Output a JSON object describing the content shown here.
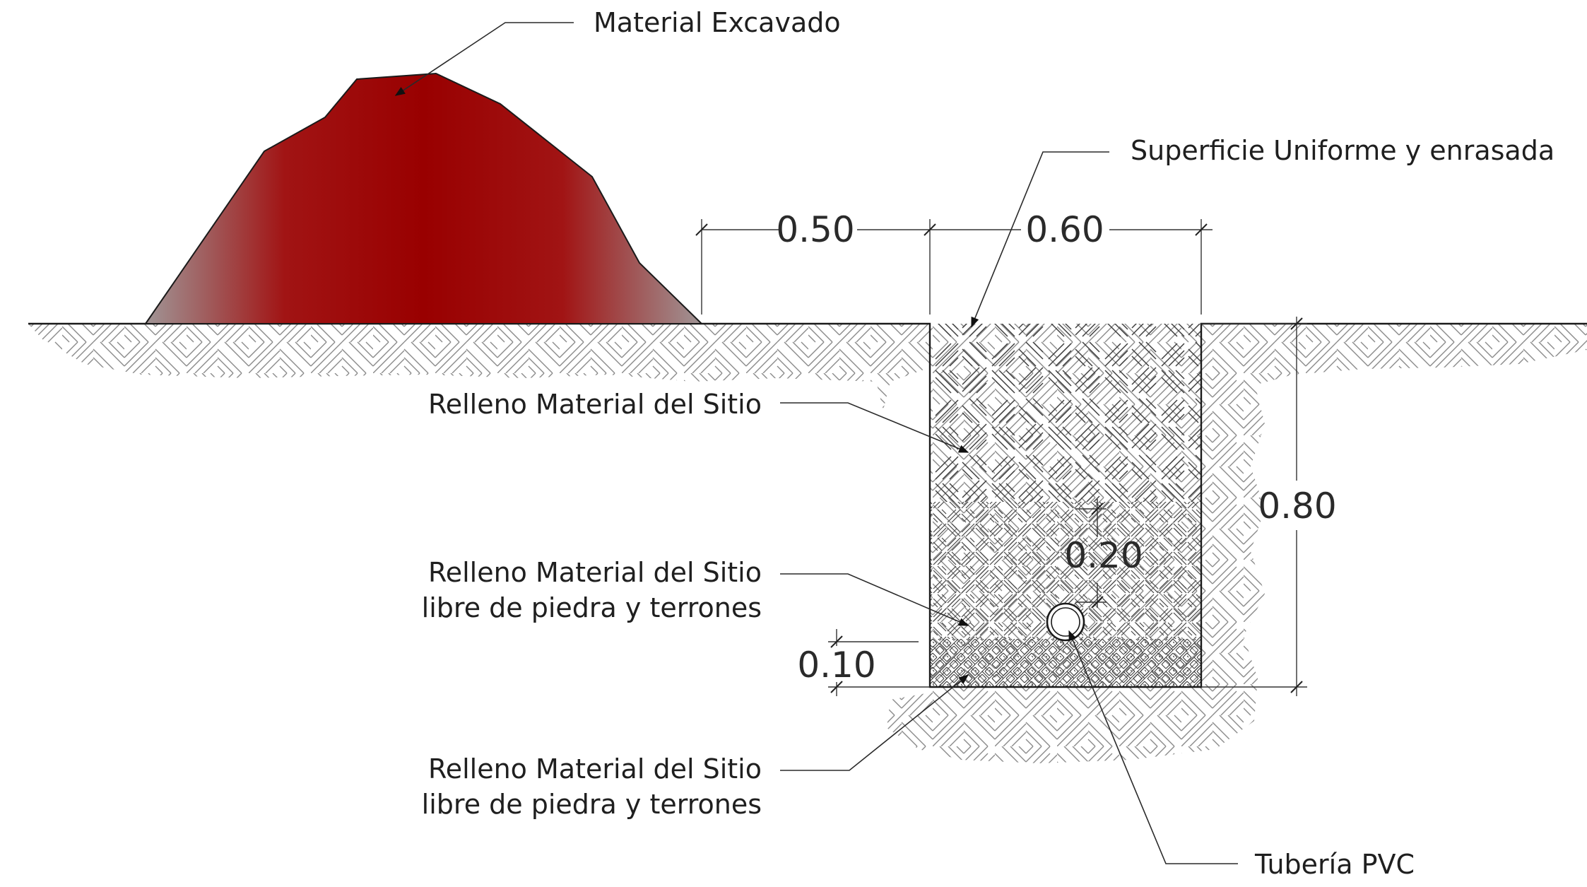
{
  "labels": {
    "material_excavado": "Material Excavado",
    "superficie": "Superficie Uniforme y enrasada",
    "relleno_1": "Relleno Material del Sitio",
    "relleno_2_line1": "Relleno Material del Sitio",
    "relleno_2_line2": "libre de piedra y terrones",
    "relleno_3_line1": "Relleno Material del Sitio",
    "relleno_3_line2": "libre de piedra y terrones",
    "tuberia": "Tubería PVC"
  },
  "dimensions": {
    "d_050": "0.50",
    "d_060": "0.60",
    "d_080": "0.80",
    "d_020": "0.20",
    "d_010": "0.10"
  },
  "colors": {
    "mound_center": "#990000",
    "mound_edge": "#9a8f90",
    "hatch_line": "#555555",
    "outline": "#1a1a1a"
  }
}
